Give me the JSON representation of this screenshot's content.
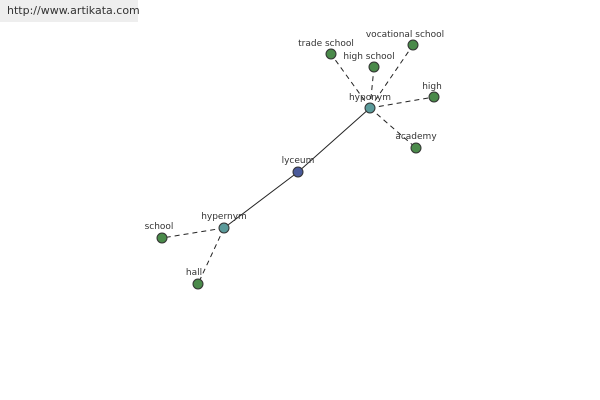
{
  "banner": {
    "url": "http://www.artikata.com"
  },
  "colors": {
    "center": "#4a5a9a",
    "relation": "#5a9a9a",
    "leaf": "#4a8a4a"
  },
  "graph": {
    "nodes": [
      {
        "id": "lyceum",
        "label": "lyceum",
        "kind": "center"
      },
      {
        "id": "hyponym",
        "label": "hyponym",
        "kind": "relation"
      },
      {
        "id": "hypernym",
        "label": "hypernym",
        "kind": "relation"
      },
      {
        "id": "trade-school",
        "label": "trade school",
        "kind": "leaf"
      },
      {
        "id": "high-school",
        "label": "high school",
        "kind": "leaf"
      },
      {
        "id": "vocational-school",
        "label": "vocational school",
        "kind": "leaf"
      },
      {
        "id": "high",
        "label": "high",
        "kind": "leaf"
      },
      {
        "id": "academy",
        "label": "academy",
        "kind": "leaf"
      },
      {
        "id": "school",
        "label": "school",
        "kind": "leaf"
      },
      {
        "id": "hall",
        "label": "hall",
        "kind": "leaf"
      }
    ],
    "edges": [
      {
        "from": "lyceum",
        "to": "hyponym",
        "style": "solid"
      },
      {
        "from": "lyceum",
        "to": "hypernym",
        "style": "solid"
      },
      {
        "from": "hyponym",
        "to": "trade-school",
        "style": "dashed"
      },
      {
        "from": "hyponym",
        "to": "high-school",
        "style": "dashed"
      },
      {
        "from": "hyponym",
        "to": "vocational-school",
        "style": "dashed"
      },
      {
        "from": "hyponym",
        "to": "high",
        "style": "dashed"
      },
      {
        "from": "hyponym",
        "to": "academy",
        "style": "dashed"
      },
      {
        "from": "hypernym",
        "to": "school",
        "style": "dashed"
      },
      {
        "from": "hypernym",
        "to": "hall",
        "style": "dashed"
      }
    ]
  }
}
